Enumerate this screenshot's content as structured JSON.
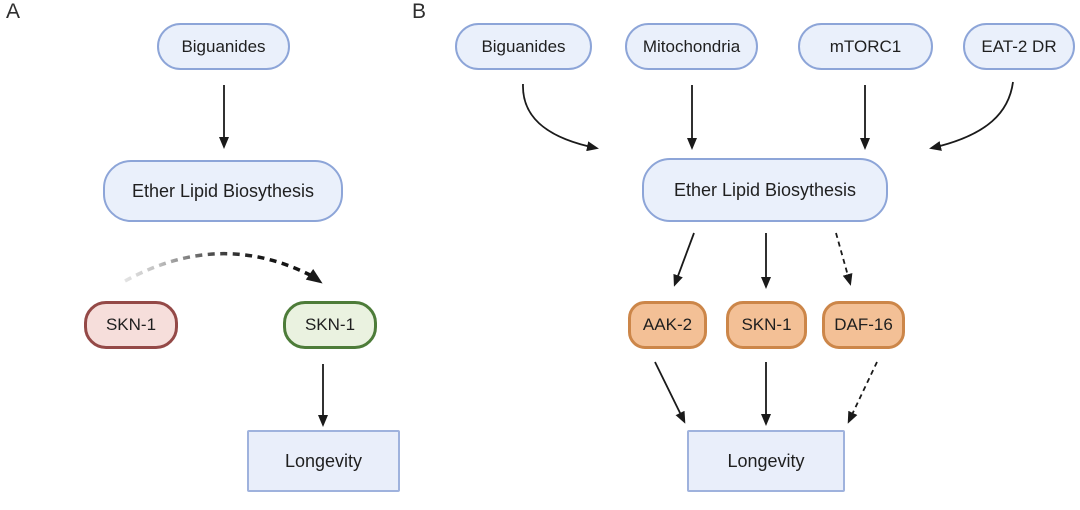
{
  "figure": {
    "panels": [
      {
        "label": "A",
        "nodes": {
          "biguanides": "Biguanides",
          "ether_lipid": "Ether Lipid Biosythesis",
          "skn1_inactive": "SKN-1",
          "skn1_active": "SKN-1",
          "longevity": "Longevity"
        },
        "edges": [
          {
            "from": "Biguanides",
            "to": "Ether Lipid Biosythesis",
            "style": "solid-arrow"
          },
          {
            "from": "Ether Lipid Biosythesis",
            "to": "SKN-1 (active, green)",
            "style": "dashed-curved-fading-arrow"
          },
          {
            "from": "SKN-1 (active, green)",
            "to": "Longevity",
            "style": "solid-arrow"
          }
        ]
      },
      {
        "label": "B",
        "nodes": {
          "biguanides": "Biguanides",
          "mitochondria": "Mitochondria",
          "mtorc1": "mTORC1",
          "eat2_dr": "EAT-2 DR",
          "ether_lipid": "Ether Lipid Biosythesis",
          "aak2": "AAK-2",
          "skn1": "SKN-1",
          "daf16": "DAF-16",
          "longevity": "Longevity"
        },
        "edges": [
          {
            "from": "Biguanides",
            "to": "Ether Lipid Biosythesis",
            "style": "solid-curved-arrow"
          },
          {
            "from": "Mitochondria",
            "to": "Ether Lipid Biosythesis",
            "style": "solid-arrow"
          },
          {
            "from": "mTORC1",
            "to": "Ether Lipid Biosythesis",
            "style": "solid-arrow"
          },
          {
            "from": "EAT-2 DR",
            "to": "Ether Lipid Biosythesis",
            "style": "solid-curved-arrow"
          },
          {
            "from": "Ether Lipid Biosythesis",
            "to": "AAK-2",
            "style": "solid-arrow"
          },
          {
            "from": "Ether Lipid Biosythesis",
            "to": "SKN-1",
            "style": "solid-arrow"
          },
          {
            "from": "Ether Lipid Biosythesis",
            "to": "DAF-16",
            "style": "dashed-arrow"
          },
          {
            "from": "AAK-2",
            "to": "Longevity",
            "style": "solid-arrow"
          },
          {
            "from": "SKN-1",
            "to": "Longevity",
            "style": "solid-arrow"
          },
          {
            "from": "DAF-16",
            "to": "Longevity",
            "style": "dashed-arrow"
          }
        ]
      }
    ]
  },
  "colors": {
    "blue_fill": "#eaf0fb",
    "blue_border": "#8da5d8",
    "box_fill": "#e9eefa",
    "box_border": "#9fb2dd",
    "red_fill": "#f6dedb",
    "red_border": "#944947",
    "green_fill": "#eaf2e0",
    "green_border": "#4d7c39",
    "orange_fill": "#f3c096",
    "orange_border": "#cc8649",
    "arrow_ink": "#1a1a1a"
  }
}
